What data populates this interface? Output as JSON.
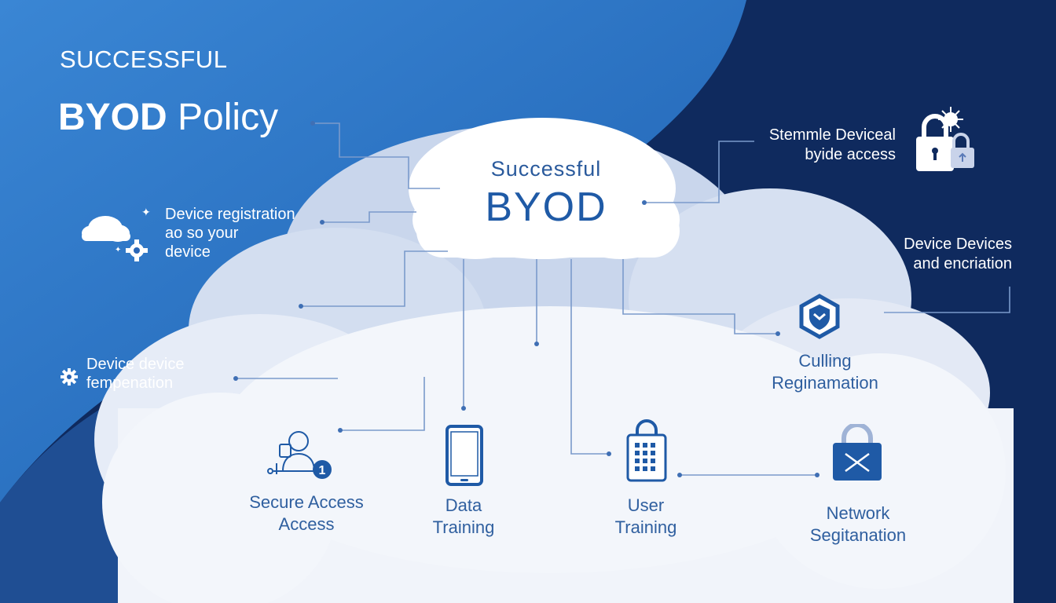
{
  "header": {
    "title_top": "SUCCESSFUL",
    "title_bold": "BYOD",
    "title_rest": " Policy"
  },
  "center": {
    "line1": "Successful",
    "line2": "BYOD"
  },
  "left_items": [
    {
      "lines": [
        "Device registration",
        "ao so your",
        "device"
      ],
      "icon": "cloud-gear-icon"
    },
    {
      "lines": [
        "Device device",
        "fempenation"
      ],
      "icon": "gear-icon"
    }
  ],
  "right_items": [
    {
      "lines": [
        "Stemmle Deviceal",
        "byide access"
      ],
      "icon": "padlock-virus-icon"
    },
    {
      "lines": [
        "Device Devices",
        "and encriation"
      ]
    }
  ],
  "nodes": [
    {
      "lines": [
        "Secure Access",
        "Access"
      ],
      "icon": "user-network-icon"
    },
    {
      "lines": [
        "Data",
        "Training"
      ],
      "icon": "smartphone-icon"
    },
    {
      "lines": [
        "User",
        "Training"
      ],
      "icon": "lock-keypad-icon"
    },
    {
      "lines": [
        "Network",
        "Segitanation"
      ],
      "icon": "lock-envelope-icon"
    },
    {
      "lines": [
        "Culling",
        "Reginamation"
      ],
      "icon": "shield-hexagon-icon"
    }
  ],
  "colors": {
    "bg_light": "#2f78c7",
    "bg_dark": "#0f2a5e",
    "cloud": "#eef2fa",
    "accent": "#1f5aa6",
    "connector": "#6f93c6"
  }
}
